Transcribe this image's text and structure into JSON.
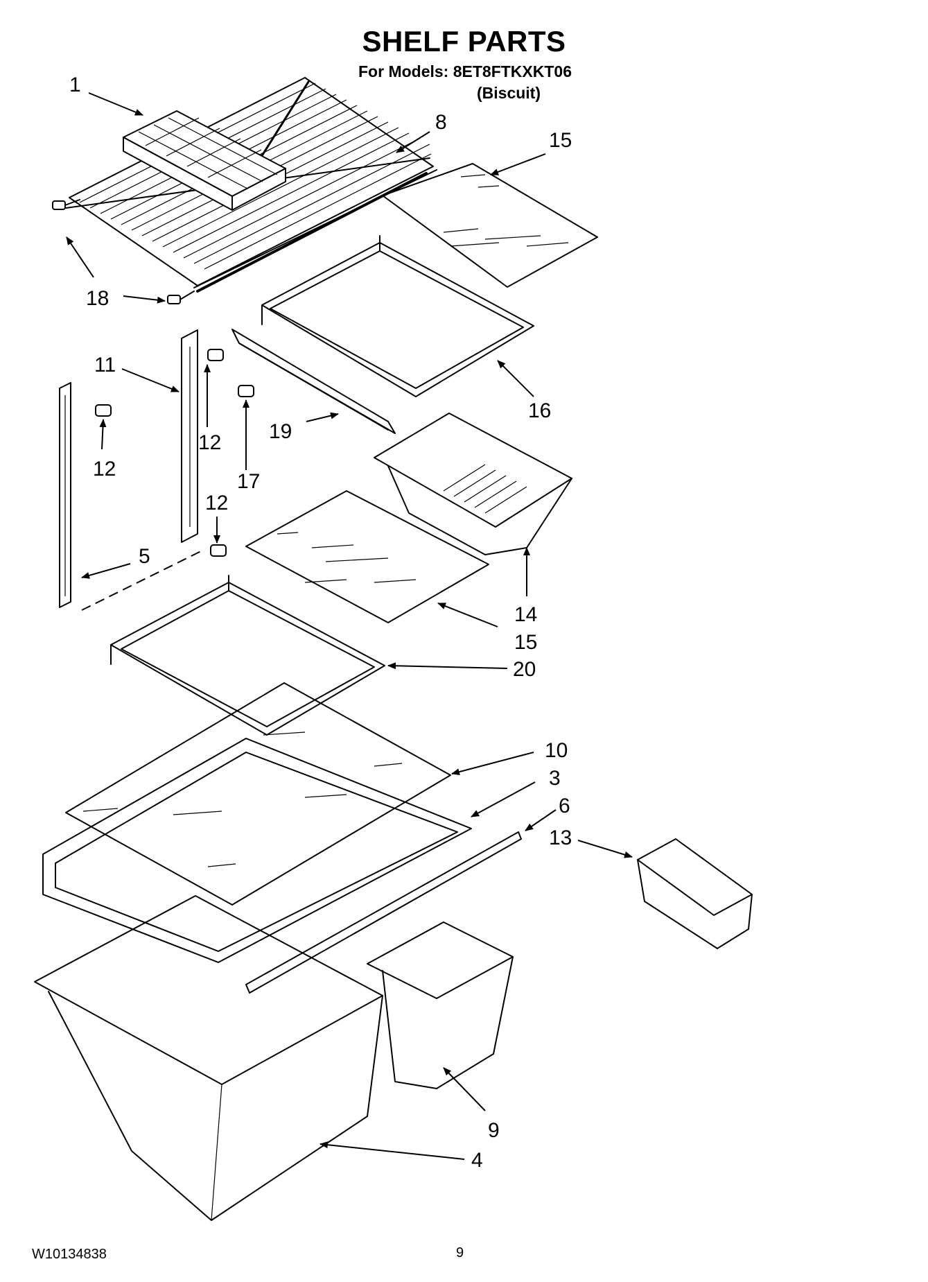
{
  "header": {
    "title": "SHELF PARTS",
    "models_line": "For Models: 8ET8FTKXKT06",
    "variant": "(Biscuit)"
  },
  "footer": {
    "document_number": "W10134838",
    "page_number": "9"
  },
  "callouts": {
    "c1": "1",
    "c8": "8",
    "c15a": "15",
    "c18": "18",
    "c11": "11",
    "c12a": "12",
    "c12b": "12",
    "c12c": "12",
    "c17": "17",
    "c19": "19",
    "c16": "16",
    "c5": "5",
    "c14": "14",
    "c15b": "15",
    "c20": "20",
    "c10": "10",
    "c3": "3",
    "c6": "6",
    "c13": "13",
    "c9": "9",
    "c4": "4"
  }
}
